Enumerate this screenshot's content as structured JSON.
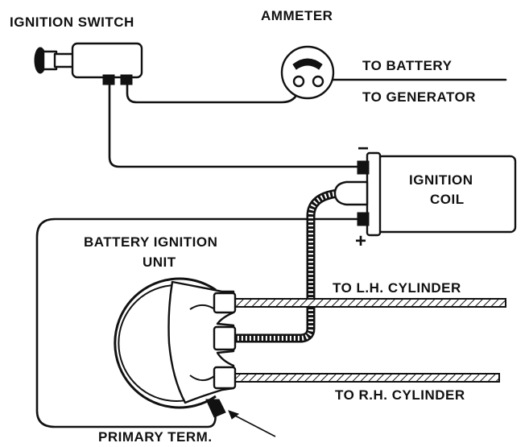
{
  "labels": {
    "ignition_switch": "IGNITION SWITCH",
    "ammeter": "AMMETER",
    "to_battery": "TO BATTERY",
    "to_generator": "TO GENERATOR",
    "ignition_coil_line1": "IGNITION",
    "ignition_coil_line2": "COIL",
    "coil_negative": "−",
    "coil_positive": "+",
    "battery_unit_line1": "BATTERY IGNITION",
    "battery_unit_line2": "UNIT",
    "to_lh_cylinder": "TO L.H. CYLINDER",
    "to_rh_cylinder": "TO R.H. CYLINDER",
    "primary_term": "PRIMARY TERM."
  },
  "colors": {
    "ink": "#111111",
    "paper": "#ffffff"
  }
}
